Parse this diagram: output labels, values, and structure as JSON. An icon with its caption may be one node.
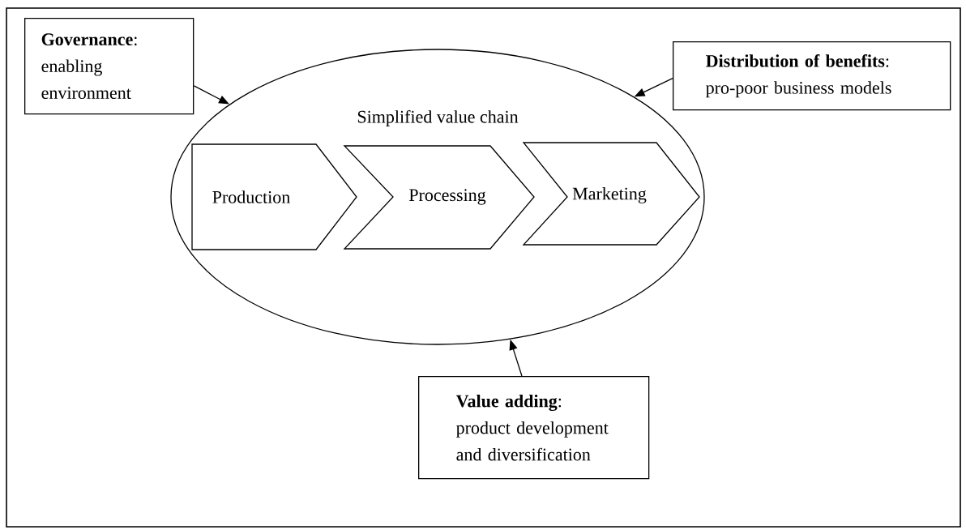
{
  "diagram": {
    "nodes": [
      {
        "text": [
          "**Governance**: enabling environment"
        ]
      },
      {
        "text": [
          "**Distribution of benefits**: pro-poor business models"
        ]
      },
      {
        "text": [
          "Simplified value chain"
        ]
      },
      {
        "text": [
          "Production"
        ],
        "in": 2
      },
      {
        "text": [
          "Processing"
        ],
        "in": 2
      },
      {
        "text": [
          "Marketing"
        ],
        "in": 2
      },
      {
        "text": [
          "**Value adding**: product development and diversification"
        ]
      }
    ],
    "edges": [
      {
        "from": 0,
        "to": 2,
        "arrow": "to"
      },
      {
        "from": 1,
        "to": 2,
        "arrow": "to"
      },
      {
        "from": 6,
        "to": 2,
        "arrow": "to"
      }
    ]
  }
}
